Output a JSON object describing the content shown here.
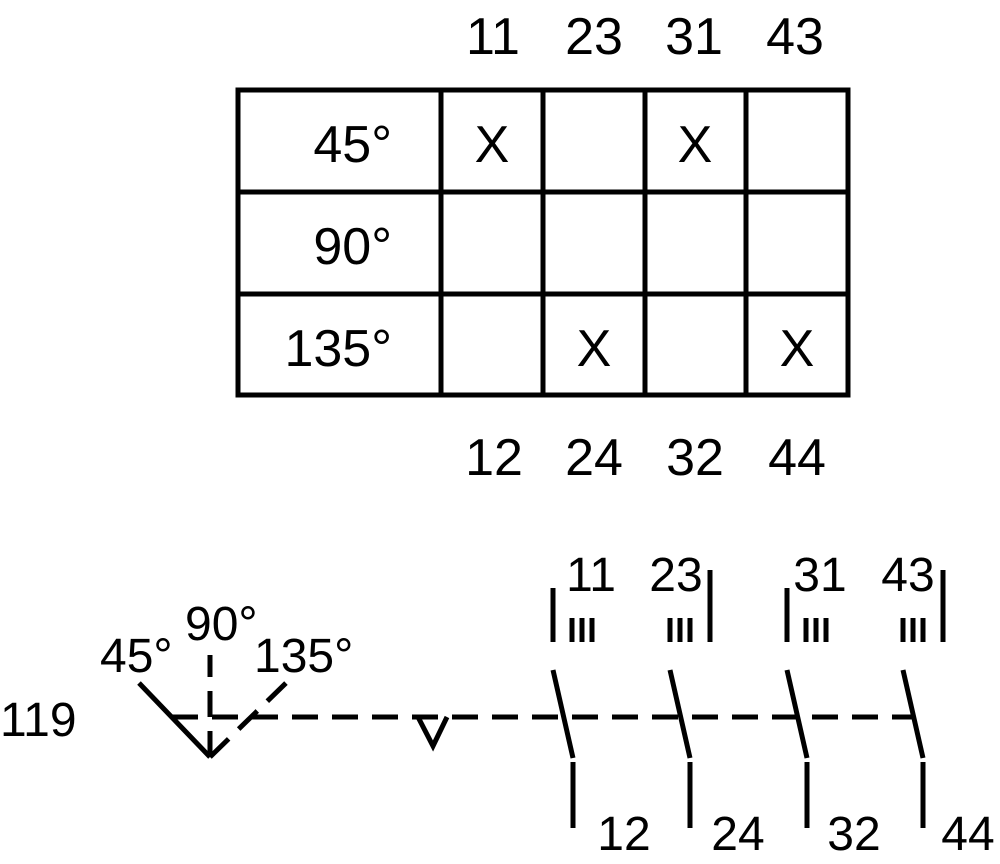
{
  "table": {
    "top_terminals": [
      "11",
      "23",
      "31",
      "43"
    ],
    "bottom_terminals": [
      "12",
      "24",
      "32",
      "44"
    ],
    "rows": [
      {
        "angle": "45°",
        "cells": [
          "X",
          "",
          "X",
          ""
        ]
      },
      {
        "angle": "90°",
        "cells": [
          "",
          "",
          "",
          ""
        ]
      },
      {
        "angle": "135°",
        "cells": [
          "",
          "X",
          "",
          "X"
        ]
      }
    ]
  },
  "schematic": {
    "switch_id": "119",
    "positions": [
      "45°",
      "90°",
      "135°"
    ],
    "contacts": [
      {
        "top": "11",
        "bottom": "12"
      },
      {
        "top": "23",
        "bottom": "24"
      },
      {
        "top": "31",
        "bottom": "32"
      },
      {
        "top": "43",
        "bottom": "44"
      }
    ]
  }
}
